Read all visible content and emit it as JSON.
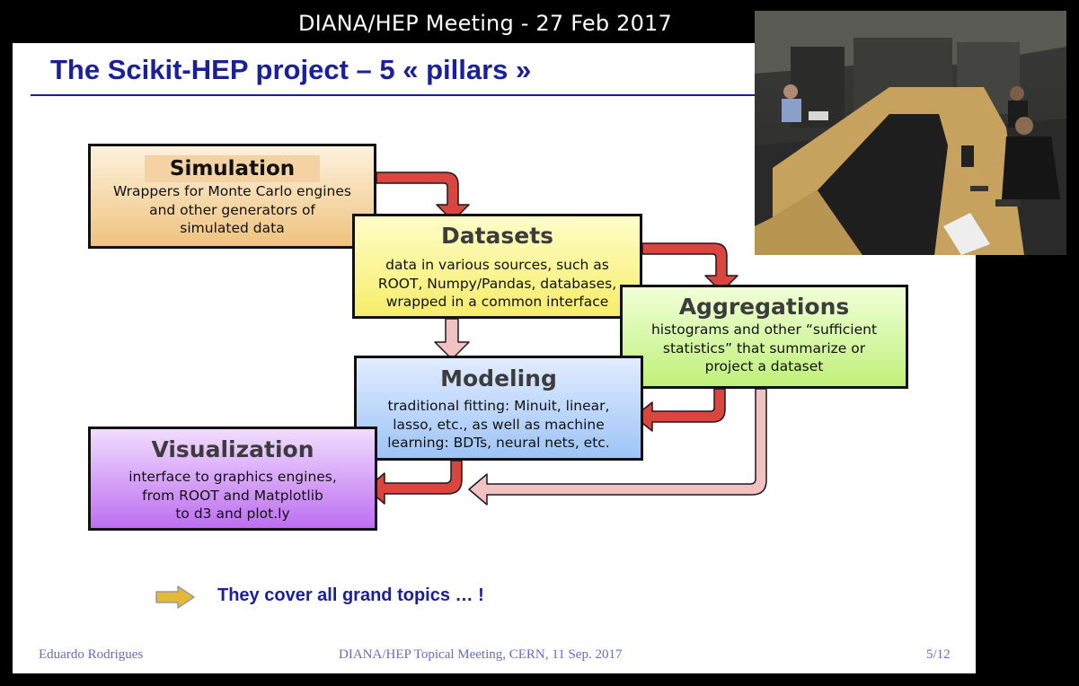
{
  "meeting_banner": "DIANA/HEP Meeting - 27 Feb 2017",
  "slide": {
    "title": "The Scikit-HEP project – 5 « pillars »",
    "pillars": {
      "simulation": {
        "title": "Simulation",
        "desc": [
          "Wrappers for Monte Carlo engines",
          "and other generators of",
          "simulated data"
        ],
        "color": "#efc37f"
      },
      "datasets": {
        "title": "Datasets",
        "desc": [
          "data in various sources, such as",
          "ROOT, Numpy/Pandas, databases,",
          "wrapped in a common interface"
        ],
        "color": "#f6ed6a"
      },
      "aggregations": {
        "title": "Aggregations",
        "desc": [
          "histograms and other “sufficient",
          "statistics” that summarize or",
          "project a dataset"
        ],
        "color": "#c0f07a"
      },
      "modeling": {
        "title": "Modeling",
        "desc": [
          "traditional fitting: Minuit, linear,",
          "lasso, etc., as well as machine",
          "learning: BDTs, neural nets, etc."
        ],
        "color": "#9ec4f6"
      },
      "visualization": {
        "title": "Visualization",
        "desc": [
          "interface to graphics engines,",
          "from ROOT and Matplotlib",
          "to d3 and plot.ly"
        ],
        "color": "#bd6ff0"
      }
    },
    "conclusion": "They cover all grand topics … !",
    "footer": {
      "author": "Eduardo Rodrigues",
      "event": "DIANA/HEP Topical Meeting, CERN, 11 Sep. 2017",
      "page": "5/12"
    }
  },
  "colors": {
    "title_blue": "#1a1f9a",
    "arrow_red": "#d9463f",
    "arrow_pink": "#f2c2c2",
    "bullet_arrow": "#e4b93a"
  },
  "video_feed": {
    "icon": "camera-feed-icon"
  }
}
